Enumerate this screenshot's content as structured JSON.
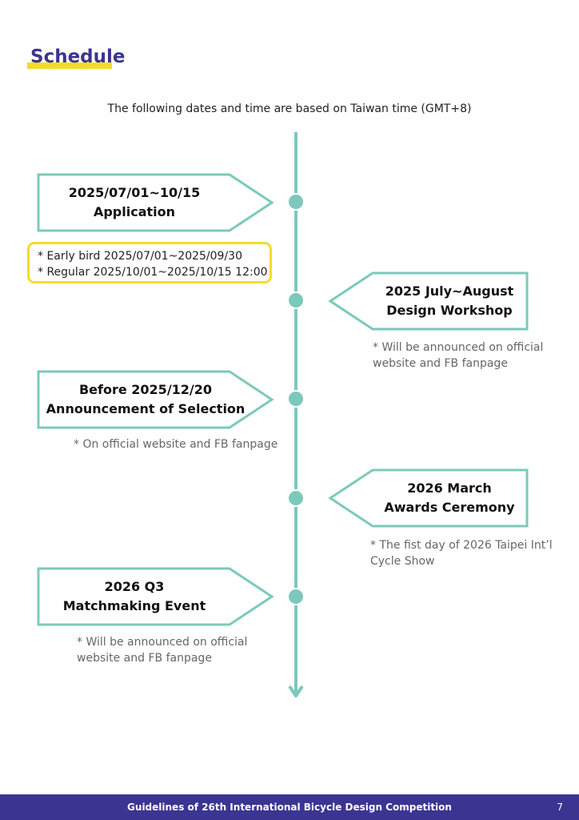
{
  "header": {
    "title": "Schedule"
  },
  "intro": "The following dates and time are based on Taiwan time (GMT+8)",
  "events": [
    {
      "date": "2025/07/01~10/15",
      "name": "Application"
    },
    {
      "date": "2025 July~August",
      "name": "Design Workshop",
      "note": "* Will be announced on official website and FB fanpage"
    },
    {
      "date": "Before 2025/12/20",
      "name": "Announcement of Selection",
      "note": "* On official website and FB fanpage"
    },
    {
      "date": "2026 March",
      "name": "Awards Ceremony",
      "note": "* The fist day of 2026 Taipei Int’l Cycle Show"
    },
    {
      "date": "2026 Q3",
      "name": "Matchmaking Event",
      "note": "* Will be announced on official website and FB fanpage"
    }
  ],
  "application_details": [
    "* Early bird 2025/07/01~2025/09/30",
    "* Regular 2025/10/01~2025/10/15 12:00"
  ],
  "footer": {
    "text": "Guidelines of 26th International Bicycle Design Competition",
    "page": "7"
  },
  "colors": {
    "accent": "#3b3592",
    "timeline": "#7cc9bb",
    "highlight": "#f4dc2a"
  }
}
